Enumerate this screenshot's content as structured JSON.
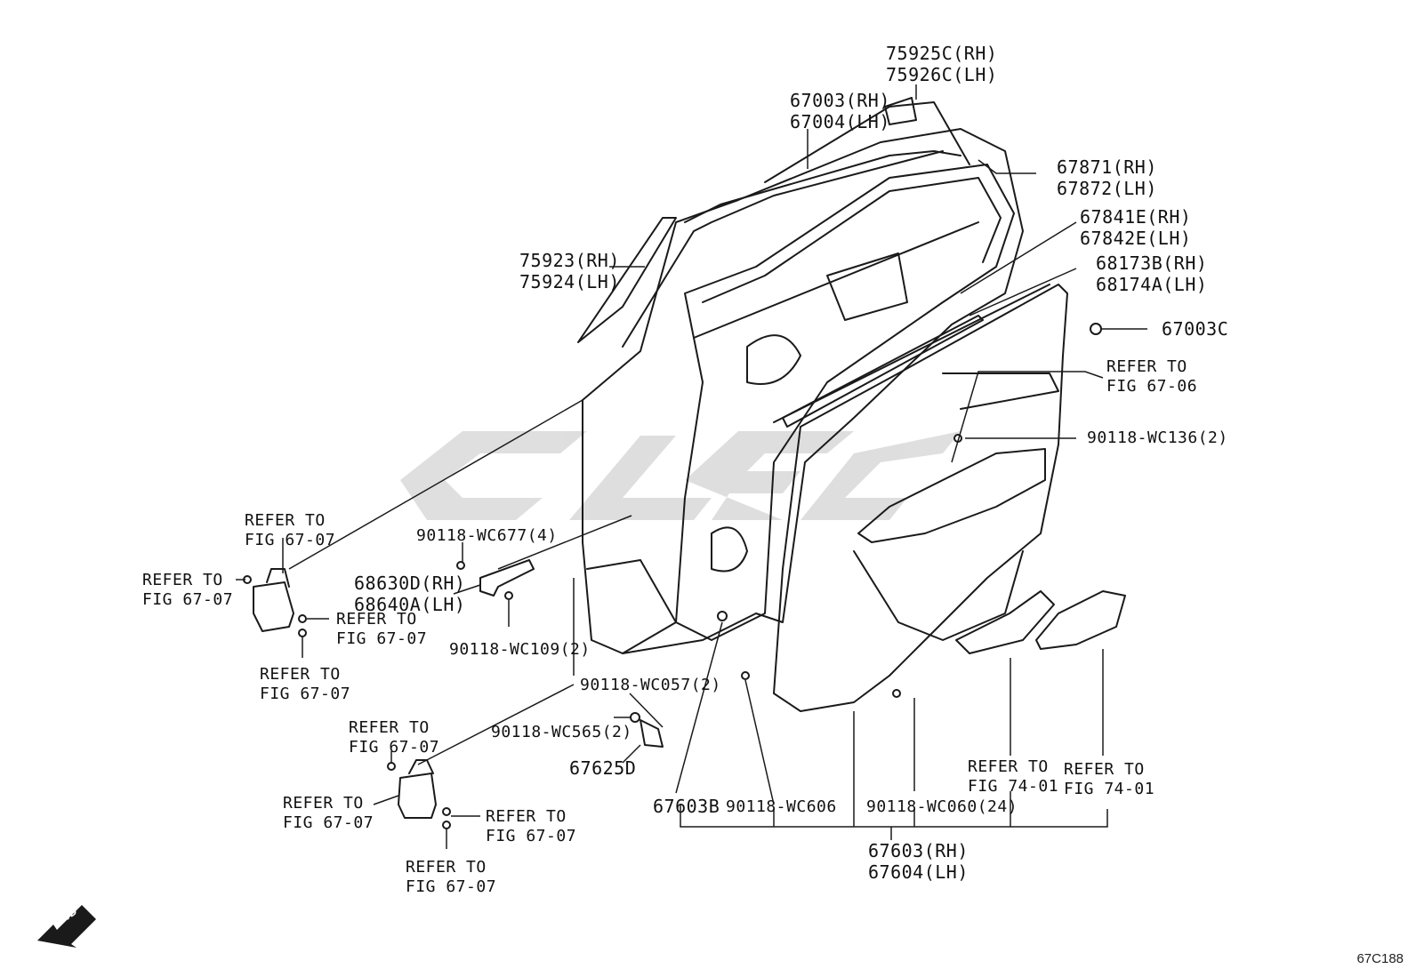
{
  "figure_id": "67C188",
  "fwd_label": "FWD",
  "watermark_color": "#d9d9d9",
  "line_color": "#1a1a1a",
  "callouts": {
    "p75925": [
      "75925C(RH)",
      "75926C(LH)"
    ],
    "p67003": [
      "67003(RH)",
      "67004(LH)"
    ],
    "p67871": [
      "67871(RH)",
      "67872(LH)"
    ],
    "p67841": [
      "67841E(RH)",
      "67842E(LH)"
    ],
    "p68173": [
      "68173B(RH)",
      "68174A(LH)"
    ],
    "p67003c": "67003C",
    "p75923": [
      "75923(RH)",
      "75924(LH)"
    ],
    "ref_fig_67_06": [
      "REFER TO",
      "FIG 67-06"
    ],
    "p90118_wc136": "90118-WC136(2)",
    "ref_upper_hinge_top": [
      "REFER TO",
      "FIG 67-07"
    ],
    "ref_upper_hinge_left": [
      "REFER TO",
      "FIG 67-07"
    ],
    "ref_upper_hinge_right": [
      "REFER TO",
      "FIG 67-07"
    ],
    "ref_upper_hinge_bottom": [
      "REFER TO",
      "FIG 67-07"
    ],
    "p90118_wc677": "90118-WC677(4)",
    "p68630": [
      "68630D(RH)",
      "68640A(LH)"
    ],
    "p90118_wc109": "90118-WC109(2)",
    "p90118_wc057": "90118-WC057(2)",
    "p90118_wc565": "90118-WC565(2)",
    "p67625d": "67625D",
    "ref_lower_hinge_top": [
      "REFER TO",
      "FIG 67-07"
    ],
    "ref_lower_hinge_left": [
      "REFER TO",
      "FIG 67-07"
    ],
    "ref_lower_hinge_right": [
      "REFER TO",
      "FIG 67-07"
    ],
    "ref_lower_hinge_bottom": [
      "REFER TO",
      "FIG 67-07"
    ],
    "p67603b": "67603B",
    "p90118_wc606": "90118-WC606",
    "p90118_wc060": "90118-WC060(24)",
    "ref_fig_74_01_a": [
      "REFER TO",
      "FIG 74-01"
    ],
    "ref_fig_74_01_b": [
      "REFER TO",
      "FIG 74-01"
    ],
    "p67603": [
      "67603(RH)",
      "67604(LH)"
    ]
  }
}
